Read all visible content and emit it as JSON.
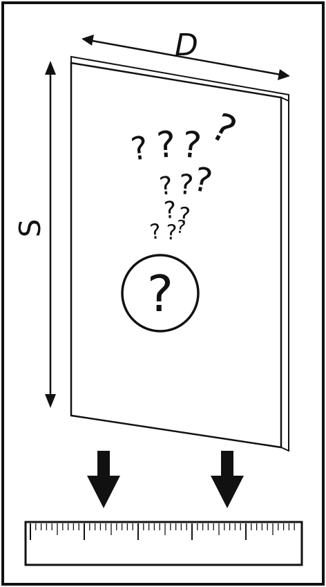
{
  "labels": {
    "depth": "D",
    "side": "S",
    "center_mark": "?"
  },
  "scatter_marks": [
    "?",
    "?",
    "?",
    "?",
    "?",
    "?",
    "?",
    "?",
    "?",
    "?",
    "?",
    "?"
  ],
  "colors": {
    "ink": "#111111",
    "background": "#ffffff"
  },
  "icons": {
    "arrows": "double-headed-arrow",
    "drops": "down-arrow",
    "ruler": "ruler"
  }
}
